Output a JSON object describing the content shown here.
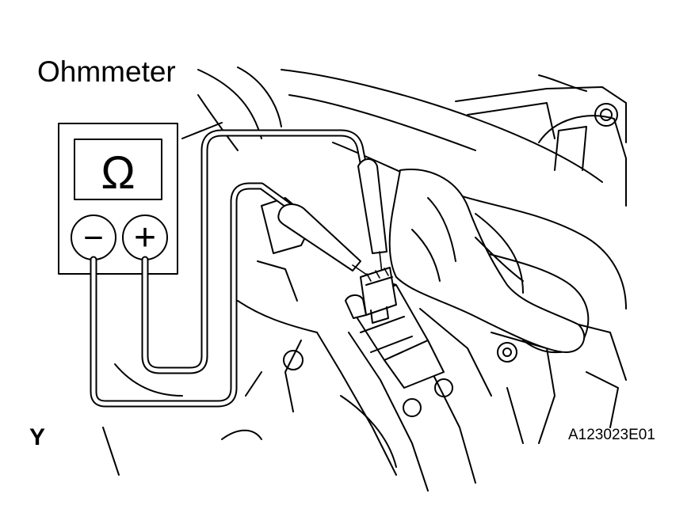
{
  "diagram": {
    "title_label": "Ohmmeter",
    "view_label": "Y",
    "figure_id": "A123023E01",
    "meter": {
      "display_symbol": "Ω",
      "negative_symbol": "−",
      "positive_symbol": "+"
    }
  }
}
